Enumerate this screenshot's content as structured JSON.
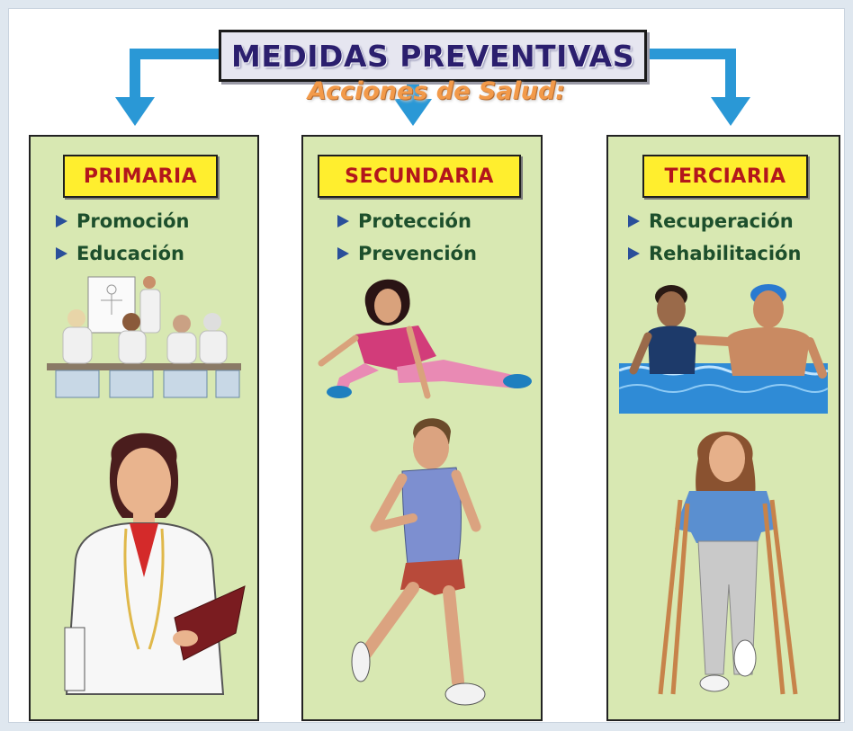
{
  "title": "MEDIDAS PREVENTIVAS",
  "subtitle": "Acciones de Salud:",
  "colors": {
    "panel_bg": "#d8e8b2",
    "label_bg": "#ffee2e",
    "label_text": "#b3161c",
    "item_text": "#1d4f2c",
    "arrow": "#2a98d6",
    "title_text": "#2b1f6e",
    "subtitle_text": "#f29a4a"
  },
  "panels": [
    {
      "label": "PRIMARIA",
      "items": [
        "Promoción",
        "Educación"
      ]
    },
    {
      "label": "SECUNDARIA",
      "items": [
        "Protección",
        "Prevención"
      ]
    },
    {
      "label": "TERCIARIA",
      "items": [
        "Recuperación",
        "Rehabilitación"
      ]
    }
  ],
  "icons": [
    "arrow-down-icon",
    "triangle-bullet-icon"
  ]
}
